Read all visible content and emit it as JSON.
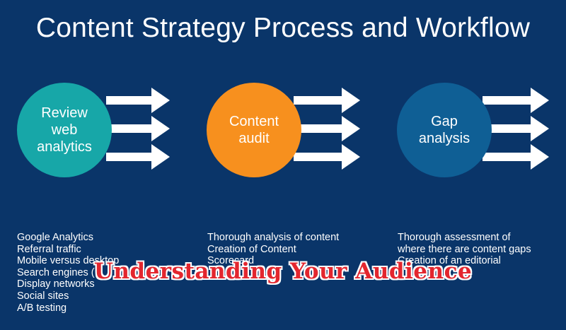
{
  "title": "Content Strategy Process and Workflow",
  "stages": [
    {
      "label": "Review\nweb\nanalytics",
      "color": "#17a7a8",
      "bullets": [
        "Google Analytics",
        "Referral traffic",
        "Mobile versus desktop",
        "Search engines (",
        "Display networks",
        "Social sites",
        "A/B testing"
      ]
    },
    {
      "label": "Content\naudit",
      "color": "#f7901e",
      "bullets": [
        "Thorough analysis of content",
        "Creation of Content",
        "Scorecard"
      ]
    },
    {
      "label": "Gap\nanalysis",
      "color": "#0f5f95",
      "bullets": [
        "Thorough assessment of",
        "where there are content gaps",
        "Creation of an editorial"
      ]
    }
  ],
  "overlay_text": "Understanding Your Audience",
  "colors": {
    "background": "#0a3569",
    "arrow": "#ffffff",
    "overlay": "#e3262e"
  }
}
